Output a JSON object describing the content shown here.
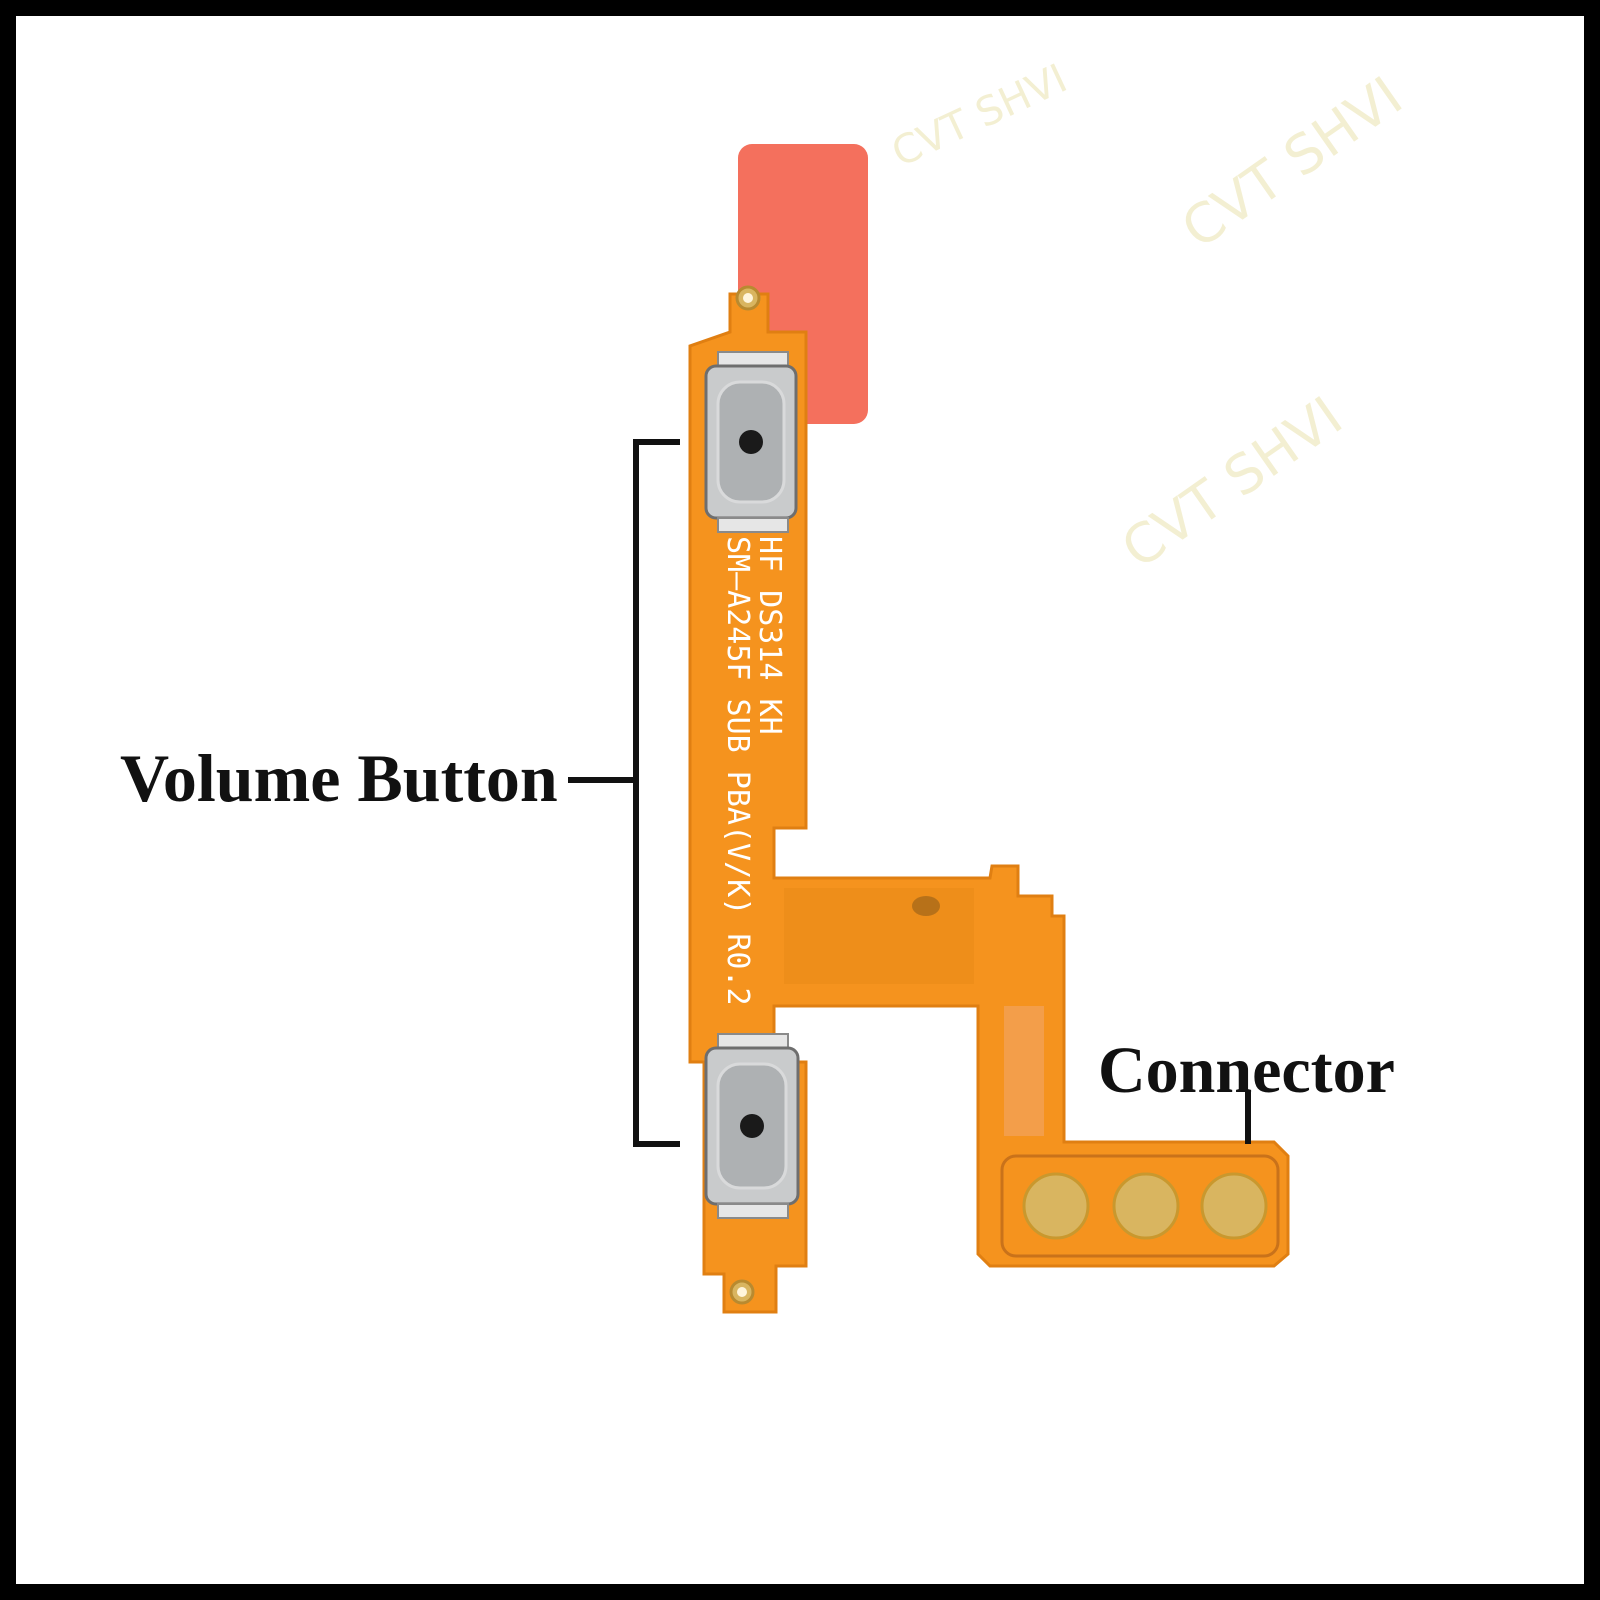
{
  "labels": {
    "volume": "Volume Button",
    "connector": "Connector"
  },
  "pcb_print": {
    "line1": "HF   DS314   KH",
    "line2": "SM–A245F  SUB  PBA(V/K)  R0.2"
  },
  "watermark": {
    "text": "CVT SHVI"
  },
  "colors": {
    "flex_orange": "#f5931e",
    "flex_edge": "#e07f12",
    "stiffener_red": "#f4705d",
    "button_metal": "#c9cbcc",
    "contact_gold": "#d9b560",
    "label_text": "#111111",
    "frame_border": "#000000"
  }
}
